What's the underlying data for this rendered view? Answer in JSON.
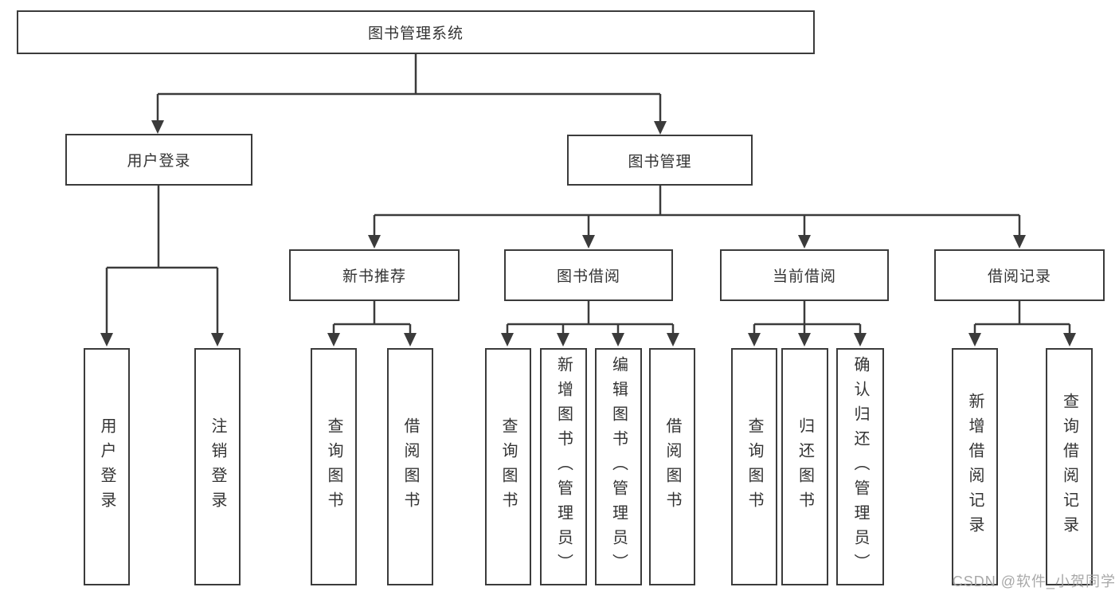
{
  "tree": {
    "root": "图书管理系统",
    "left": {
      "label": "用户登录",
      "children": [
        "用户登录",
        "注销登录"
      ]
    },
    "right": {
      "label": "图书管理",
      "groups": [
        {
          "label": "新书推荐",
          "children": [
            "查询图书",
            "借阅图书"
          ]
        },
        {
          "label": "图书借阅",
          "children": [
            "查询图书",
            "新增图书（管理员）",
            "编辑图书（管理员）",
            "借阅图书"
          ]
        },
        {
          "label": "当前借阅",
          "children": [
            "查询图书",
            "归还图书",
            "确认归还（管理员）"
          ]
        },
        {
          "label": "借阅记录",
          "children": [
            "新增借阅记录",
            "查询借阅记录"
          ]
        }
      ]
    }
  },
  "watermark": "CSDN @软件_小贺同学",
  "colors": {
    "line": "#3b3b3b",
    "text": "#333333",
    "watermark": "#a3a3a3",
    "background": "#ffffff"
  }
}
